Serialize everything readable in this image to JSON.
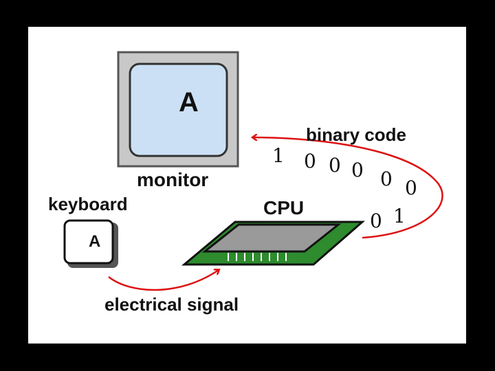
{
  "screen_letter": "A",
  "key_letter": "A",
  "labels": {
    "monitor": "monitor",
    "keyboard": "keyboard",
    "cpu": "CPU",
    "binary_code": "binary code",
    "electrical_signal": "electrical signal"
  },
  "binary_digits": [
    "1",
    "0",
    "0",
    "0",
    "0",
    "0",
    "0",
    "1"
  ],
  "colors": {
    "background": "#000000",
    "panel": "#ffffff",
    "screen": "#cce0f5",
    "monitor_frame": "#c8c8c8",
    "chip_board": "#2e8b2e",
    "chip": "#9a9a9a",
    "arrow": "#dd1111"
  }
}
